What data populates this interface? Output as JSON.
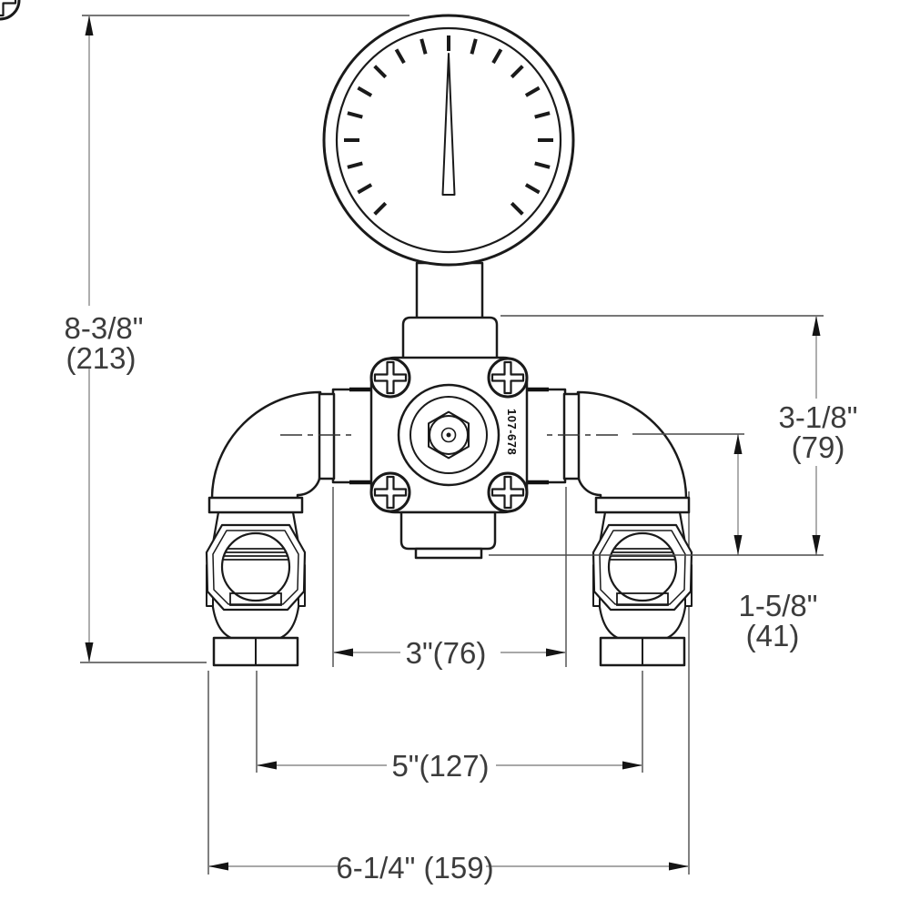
{
  "drawing": {
    "part_number": "107-678",
    "dims": {
      "overall_height_in": "8-3/8\"",
      "overall_height_mm": "(213)",
      "body_height_in": "3-1/8\"",
      "body_height_mm": "(79)",
      "outlet_drop_in": "1-5/8\"",
      "outlet_drop_mm": "(41)",
      "port_span": "3\"(76)",
      "valve_span": "5\"(127)",
      "overall_width": "6-1/4\" (159)"
    }
  }
}
